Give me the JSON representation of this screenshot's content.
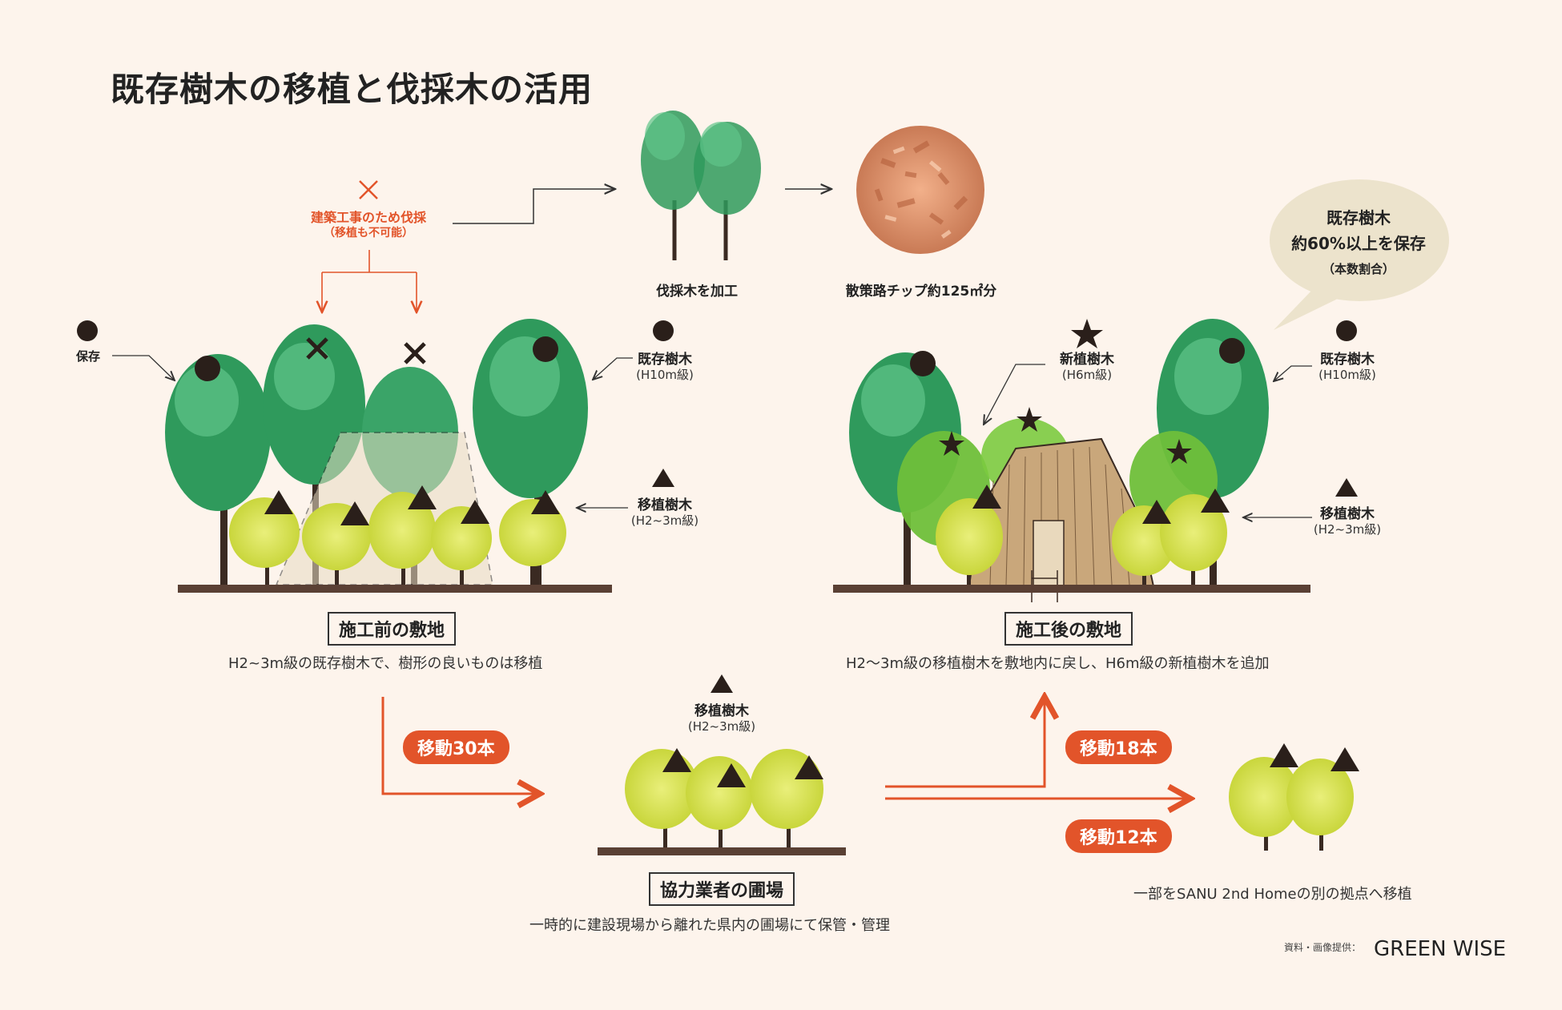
{
  "title": "既存樹木の移植と伐採木の活用",
  "felled": {
    "reason": "建築工事のため伐採",
    "reason_note": "（移植も不可能）",
    "processed_label": "伐採木を加工",
    "chip_label": "散策路チップ約125㎡分"
  },
  "before": {
    "preserve_label": "保存",
    "existing_label": "既存樹木",
    "existing_height": "(H10m級)",
    "transplant_label": "移植樹木",
    "transplant_height": "(H2~3m級)",
    "box_label": "施工前の敷地",
    "caption": "H2~3m級の既存樹木で、樹形の良いものは移植"
  },
  "after": {
    "new_label": "新植樹木",
    "new_height": "(H6m級)",
    "existing_label": "既存樹木",
    "existing_height": "(H10m級)",
    "transplant_label": "移植樹木",
    "transplant_height": "(H2~3m級)",
    "box_label": "施工後の敷地",
    "caption": "H2〜3m級の移植樹木を敷地内に戻し、H6m級の新植樹木を追加"
  },
  "bubble": {
    "line1": "既存樹木",
    "line2": "約60%以上を保存",
    "line3": "（本数割合）"
  },
  "nursery": {
    "transplant_label": "移植樹木",
    "transplant_height": "(H2~3m級)",
    "box_label": "協力業者の圃場",
    "caption": "一時的に建設現場から離れた県内の圃場にて保管・管理"
  },
  "moves": {
    "to_nursery": "移動30本",
    "back_to_site": "移動18本",
    "to_other": "移動12本"
  },
  "other_site_caption": "一部をSANU 2nd Homeの別の拠点へ移植",
  "credit": {
    "label": "資料・画像提供：",
    "logo": "GREEN WISE"
  },
  "colors": {
    "background": "#fdf4ec",
    "accent_orange": "#e2542a",
    "tree_green": "#2f9a5c",
    "tree_yellow": "#d6e24a",
    "ground": "#5a4034",
    "bubble": "#ece3cc"
  }
}
